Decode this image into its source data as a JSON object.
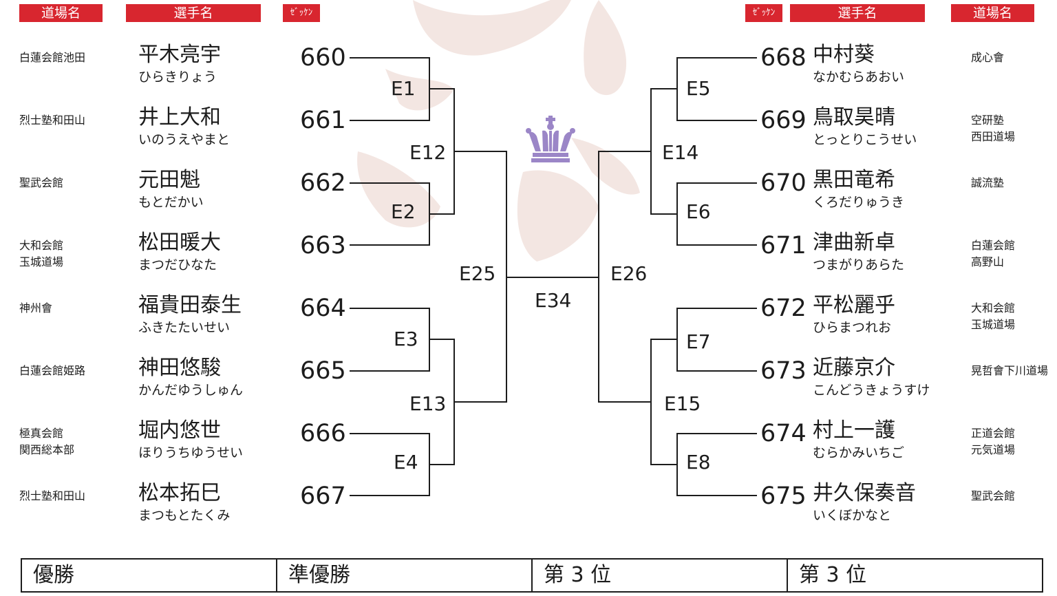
{
  "headers": {
    "left": {
      "dojo": "道場名",
      "player": "選手名",
      "bib": "ｾﾞｯｹﾝ"
    },
    "right": {
      "bib": "ｾﾞｯｹﾝ",
      "player": "選手名",
      "dojo": "道場名"
    }
  },
  "left_entries": [
    {
      "number": "660",
      "name": "平木亮宇",
      "kana": "ひらきりょう",
      "dojo": "白蓮会館池田"
    },
    {
      "number": "661",
      "name": "井上大和",
      "kana": "いのうえやまと",
      "dojo": "烈士塾和田山"
    },
    {
      "number": "662",
      "name": "元田魁",
      "kana": "もとだかい",
      "dojo": "聖武会館"
    },
    {
      "number": "663",
      "name": "松田暖大",
      "kana": "まつだひなた",
      "dojo": "大和会館\n玉城道場"
    },
    {
      "number": "664",
      "name": "福貴田泰生",
      "kana": "ふきたたいせい",
      "dojo": "神州會"
    },
    {
      "number": "665",
      "name": "神田悠駿",
      "kana": "かんだゆうしゅん",
      "dojo": "白蓮会館姫路"
    },
    {
      "number": "666",
      "name": "堀内悠世",
      "kana": "ほりうちゆうせい",
      "dojo": "極真会館\n関西総本部"
    },
    {
      "number": "667",
      "name": "松本拓巳",
      "kana": "まつもとたくみ",
      "dojo": "烈士塾和田山"
    }
  ],
  "right_entries": [
    {
      "number": "668",
      "name": "中村葵",
      "kana": "なかむらあおい",
      "dojo": "成心會"
    },
    {
      "number": "669",
      "name": "鳥取昊晴",
      "kana": "とっとりこうせい",
      "dojo": "空研塾\n西田道場"
    },
    {
      "number": "670",
      "name": "黒田竜希",
      "kana": "くろだりゅうき",
      "dojo": "誠流塾"
    },
    {
      "number": "671",
      "name": "津曲新卓",
      "kana": "つまがりあらた",
      "dojo": "白蓮会館\n高野山"
    },
    {
      "number": "672",
      "name": "平松麗乎",
      "kana": "ひらまつれお",
      "dojo": "大和会館\n玉城道場"
    },
    {
      "number": "673",
      "name": "近藤京介",
      "kana": "こんどうきょうすけ",
      "dojo": "晃哲會下川道場"
    },
    {
      "number": "674",
      "name": "村上一護",
      "kana": "むらかみいちご",
      "dojo": "正道会館\n元気道場"
    },
    {
      "number": "675",
      "name": "井久保奏音",
      "kana": "いくぼかなと",
      "dojo": "聖武会館"
    }
  ],
  "matches": {
    "r1_left": [
      "E1",
      "E2",
      "E3",
      "E4"
    ],
    "r1_right": [
      "E5",
      "E6",
      "E7",
      "E8"
    ],
    "r2_left": [
      "E12",
      "E13"
    ],
    "r2_right": [
      "E14",
      "E15"
    ],
    "semi_left": "E25",
    "semi_right": "E26",
    "final": "E34"
  },
  "results": [
    "優勝",
    "準優勝",
    "第 3 位",
    "第 3 位"
  ],
  "icons": {
    "trophy": "crown-icon",
    "background": "brush-kanji-watermark"
  },
  "colors": {
    "header_red": "#d8262f",
    "crown_purple": "#9b86c7",
    "watermark": "#f3e6e2"
  }
}
